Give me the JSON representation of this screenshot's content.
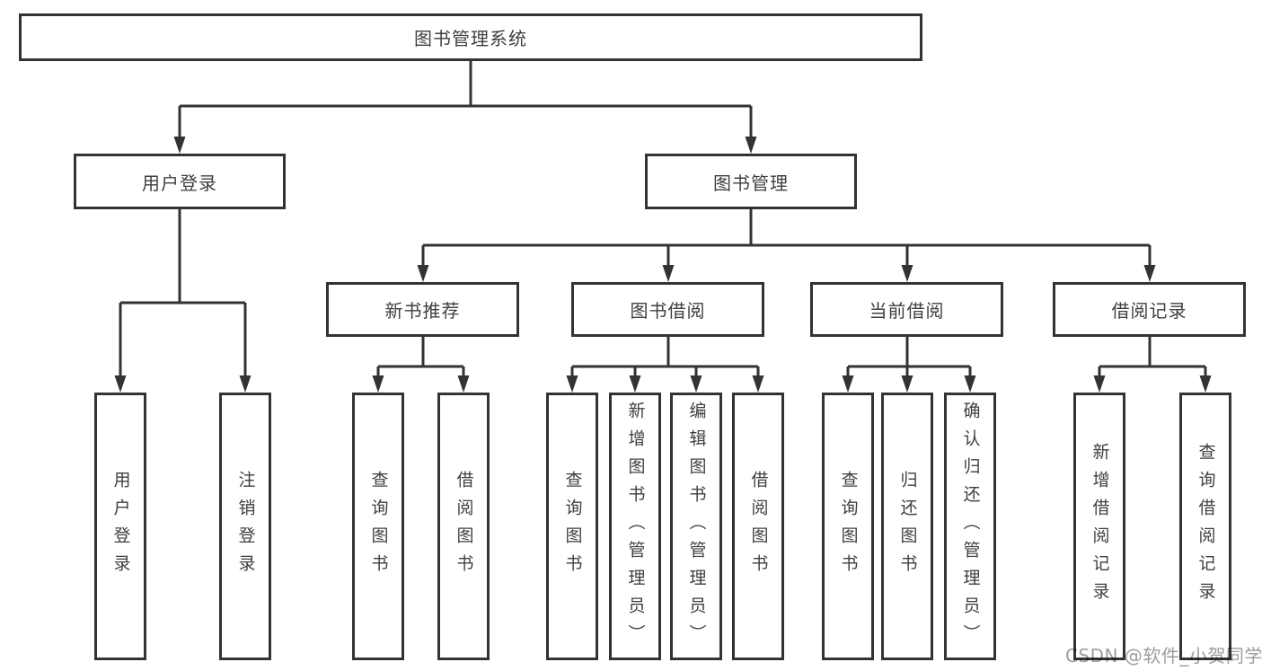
{
  "colors": {
    "background": "#ffffff",
    "line": "#333333",
    "box_border": "#333333",
    "text": "#3f3f3f",
    "watermark": "#9e9e9e"
  },
  "diagram": {
    "root": {
      "label": "图书管理系统"
    },
    "branches": [
      {
        "label": "用户登录",
        "children": [
          {
            "label": "用户登录"
          },
          {
            "label": "注销登录"
          }
        ]
      },
      {
        "label": "图书管理",
        "sections": [
          {
            "label": "新书推荐",
            "children": [
              {
                "label": "查询图书"
              },
              {
                "label": "借阅图书"
              }
            ]
          },
          {
            "label": "图书借阅",
            "children": [
              {
                "label": "查询图书"
              },
              {
                "label": "新增图书（管理员）"
              },
              {
                "label": "编辑图书（管理员）"
              },
              {
                "label": "借阅图书"
              }
            ]
          },
          {
            "label": "当前借阅",
            "children": [
              {
                "label": "查询图书"
              },
              {
                "label": "归还图书"
              },
              {
                "label": "确认归还（管理员）"
              }
            ]
          },
          {
            "label": "借阅记录",
            "children": [
              {
                "label": "新增借阅记录"
              },
              {
                "label": "查询借阅记录"
              }
            ]
          }
        ]
      }
    ]
  },
  "watermark": "CSDN @软件_小贺同学"
}
